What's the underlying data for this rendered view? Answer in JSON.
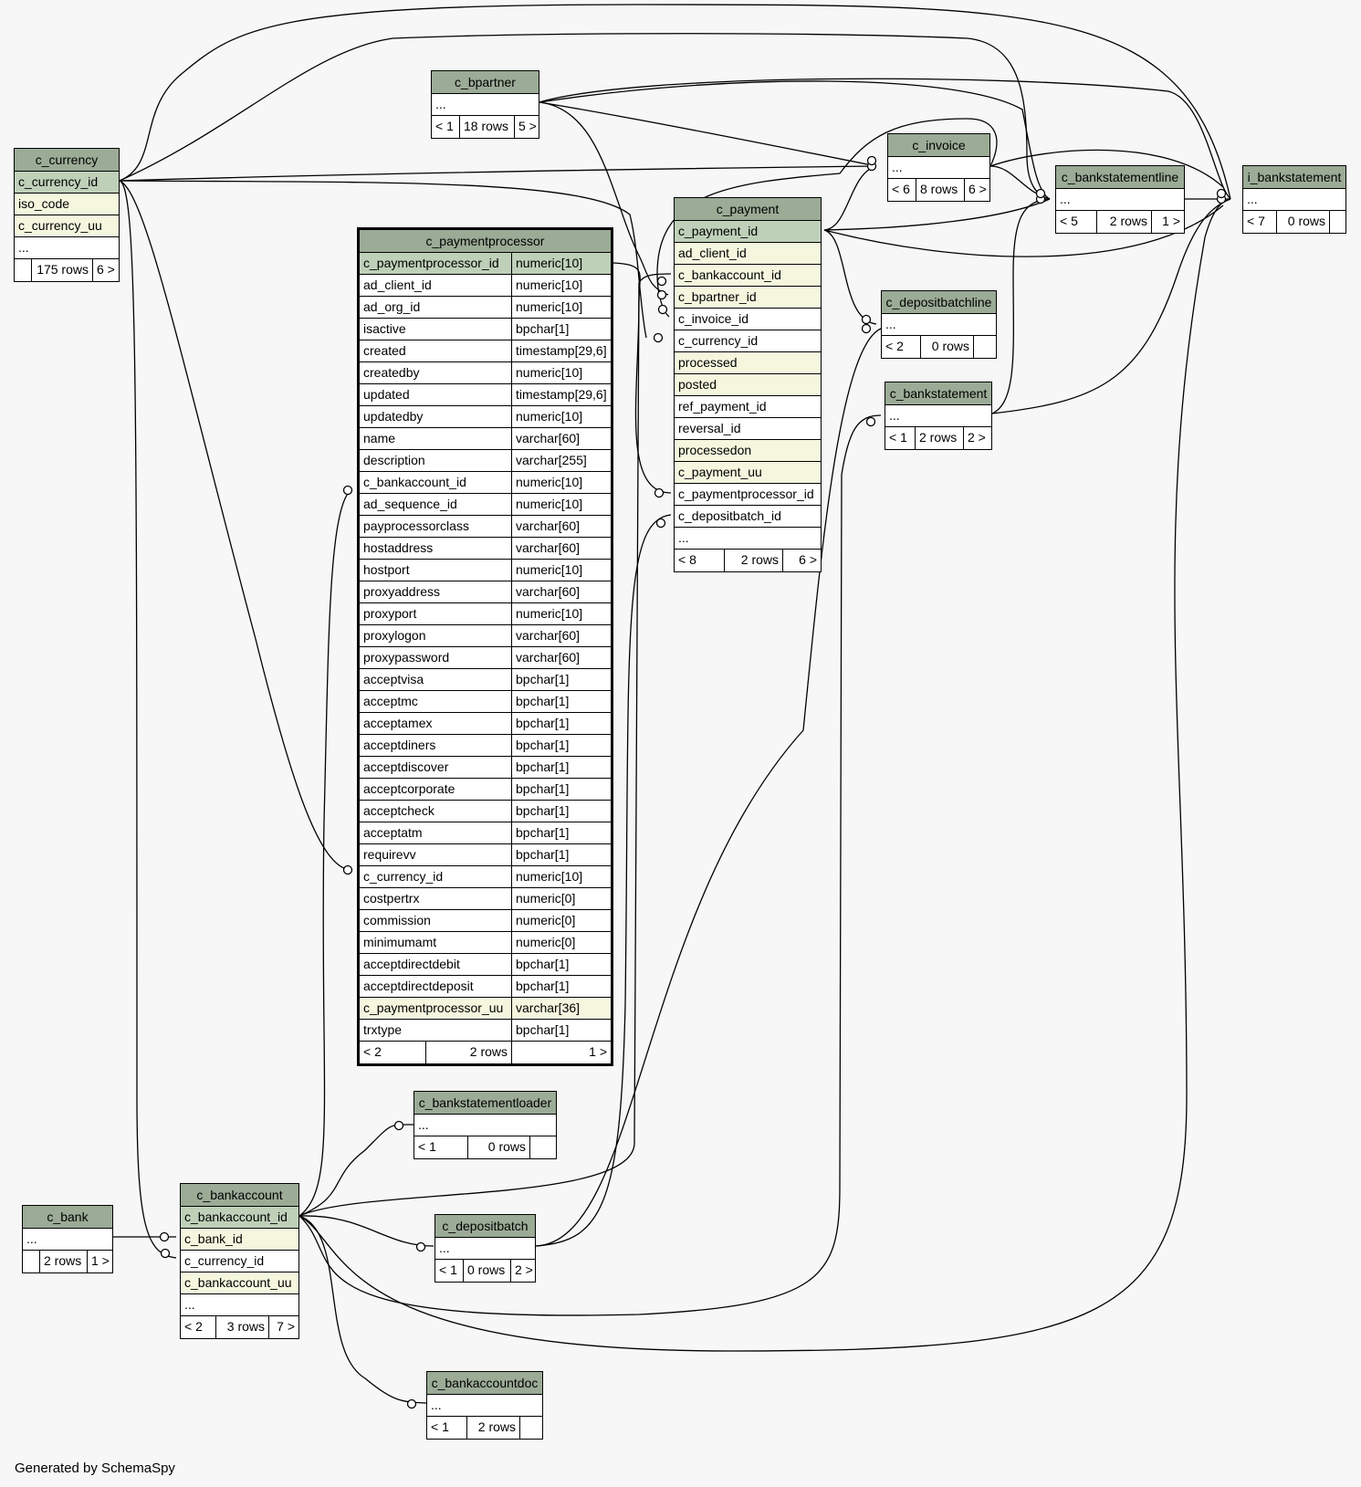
{
  "footer": "Generated by SchemaSpy",
  "tables": {
    "c_paymentprocessor": {
      "name": "c_paymentprocessor",
      "columns": [
        {
          "name": "c_paymentprocessor_id",
          "type": "numeric[10]",
          "kind": "pk"
        },
        {
          "name": "ad_client_id",
          "type": "numeric[10]",
          "kind": ""
        },
        {
          "name": "ad_org_id",
          "type": "numeric[10]",
          "kind": ""
        },
        {
          "name": "isactive",
          "type": "bpchar[1]",
          "kind": ""
        },
        {
          "name": "created",
          "type": "timestamp[29,6]",
          "kind": ""
        },
        {
          "name": "createdby",
          "type": "numeric[10]",
          "kind": ""
        },
        {
          "name": "updated",
          "type": "timestamp[29,6]",
          "kind": ""
        },
        {
          "name": "updatedby",
          "type": "numeric[10]",
          "kind": ""
        },
        {
          "name": "name",
          "type": "varchar[60]",
          "kind": ""
        },
        {
          "name": "description",
          "type": "varchar[255]",
          "kind": ""
        },
        {
          "name": "c_bankaccount_id",
          "type": "numeric[10]",
          "kind": ""
        },
        {
          "name": "ad_sequence_id",
          "type": "numeric[10]",
          "kind": ""
        },
        {
          "name": "payprocessorclass",
          "type": "varchar[60]",
          "kind": ""
        },
        {
          "name": "hostaddress",
          "type": "varchar[60]",
          "kind": ""
        },
        {
          "name": "hostport",
          "type": "numeric[10]",
          "kind": ""
        },
        {
          "name": "proxyaddress",
          "type": "varchar[60]",
          "kind": ""
        },
        {
          "name": "proxyport",
          "type": "numeric[10]",
          "kind": ""
        },
        {
          "name": "proxylogon",
          "type": "varchar[60]",
          "kind": ""
        },
        {
          "name": "proxypassword",
          "type": "varchar[60]",
          "kind": ""
        },
        {
          "name": "acceptvisa",
          "type": "bpchar[1]",
          "kind": ""
        },
        {
          "name": "acceptmc",
          "type": "bpchar[1]",
          "kind": ""
        },
        {
          "name": "acceptamex",
          "type": "bpchar[1]",
          "kind": ""
        },
        {
          "name": "acceptdiners",
          "type": "bpchar[1]",
          "kind": ""
        },
        {
          "name": "acceptdiscover",
          "type": "bpchar[1]",
          "kind": ""
        },
        {
          "name": "acceptcorporate",
          "type": "bpchar[1]",
          "kind": ""
        },
        {
          "name": "acceptcheck",
          "type": "bpchar[1]",
          "kind": ""
        },
        {
          "name": "acceptatm",
          "type": "bpchar[1]",
          "kind": ""
        },
        {
          "name": "requirevv",
          "type": "bpchar[1]",
          "kind": ""
        },
        {
          "name": "c_currency_id",
          "type": "numeric[10]",
          "kind": ""
        },
        {
          "name": "costpertrx",
          "type": "numeric[0]",
          "kind": ""
        },
        {
          "name": "commission",
          "type": "numeric[0]",
          "kind": ""
        },
        {
          "name": "minimumamt",
          "type": "numeric[0]",
          "kind": ""
        },
        {
          "name": "acceptdirectdebit",
          "type": "bpchar[1]",
          "kind": ""
        },
        {
          "name": "acceptdirectdeposit",
          "type": "bpchar[1]",
          "kind": ""
        },
        {
          "name": "c_paymentprocessor_uu",
          "type": "varchar[36]",
          "kind": "idx"
        },
        {
          "name": "trxtype",
          "type": "bpchar[1]",
          "kind": ""
        }
      ],
      "footer": [
        "< 2",
        "2 rows",
        "1 >"
      ]
    },
    "c_currency": {
      "name": "c_currency",
      "columns": [
        {
          "name": "c_currency_id",
          "kind": "pk"
        },
        {
          "name": "iso_code",
          "kind": "idx"
        },
        {
          "name": "c_currency_uu",
          "kind": "idx"
        },
        {
          "name": "...",
          "kind": ""
        }
      ],
      "footer": [
        "",
        "175 rows",
        "6 >"
      ]
    },
    "c_bpartner": {
      "name": "c_bpartner",
      "columns": [
        {
          "name": "...",
          "kind": ""
        }
      ],
      "footer": [
        "< 1",
        "18 rows",
        "5 >"
      ]
    },
    "c_invoice": {
      "name": "c_invoice",
      "columns": [
        {
          "name": "...",
          "kind": ""
        }
      ],
      "footer": [
        "< 6",
        "8 rows",
        "6 >"
      ]
    },
    "c_bankstatementline": {
      "name": "c_bankstatementline",
      "columns": [
        {
          "name": "...",
          "kind": ""
        }
      ],
      "footer": [
        "< 5",
        "2 rows",
        "1 >"
      ]
    },
    "i_bankstatement": {
      "name": "i_bankstatement",
      "columns": [
        {
          "name": "...",
          "kind": ""
        }
      ],
      "footer": [
        "< 7",
        "0 rows",
        ""
      ]
    },
    "c_payment": {
      "name": "c_payment",
      "columns": [
        {
          "name": "c_payment_id",
          "kind": "pk"
        },
        {
          "name": "ad_client_id",
          "kind": "idx"
        },
        {
          "name": "c_bankaccount_id",
          "kind": "idx"
        },
        {
          "name": "c_bpartner_id",
          "kind": "idx"
        },
        {
          "name": "c_invoice_id",
          "kind": ""
        },
        {
          "name": "c_currency_id",
          "kind": ""
        },
        {
          "name": "processed",
          "kind": "idx"
        },
        {
          "name": "posted",
          "kind": "idx"
        },
        {
          "name": "ref_payment_id",
          "kind": ""
        },
        {
          "name": "reversal_id",
          "kind": ""
        },
        {
          "name": "processedon",
          "kind": "idx"
        },
        {
          "name": "c_payment_uu",
          "kind": "idx"
        },
        {
          "name": "c_paymentprocessor_id",
          "kind": ""
        },
        {
          "name": "c_depositbatch_id",
          "kind": ""
        },
        {
          "name": "...",
          "kind": ""
        }
      ],
      "footer": [
        "< 8",
        "2 rows",
        "6 >"
      ]
    },
    "c_depositbatchline": {
      "name": "c_depositbatchline",
      "columns": [
        {
          "name": "...",
          "kind": ""
        }
      ],
      "footer": [
        "< 2",
        "0 rows",
        ""
      ]
    },
    "c_bankstatement": {
      "name": "c_bankstatement",
      "columns": [
        {
          "name": "...",
          "kind": ""
        }
      ],
      "footer": [
        "< 1",
        "2 rows",
        "2 >"
      ]
    },
    "c_bankstatementloader": {
      "name": "c_bankstatementloader",
      "columns": [
        {
          "name": "...",
          "kind": ""
        }
      ],
      "footer": [
        "< 1",
        "0 rows",
        ""
      ]
    },
    "c_bank": {
      "name": "c_bank",
      "columns": [
        {
          "name": "...",
          "kind": ""
        }
      ],
      "footer": [
        "",
        "2 rows",
        "1 >"
      ]
    },
    "c_bankaccount": {
      "name": "c_bankaccount",
      "columns": [
        {
          "name": "c_bankaccount_id",
          "kind": "pk"
        },
        {
          "name": "c_bank_id",
          "kind": "idx"
        },
        {
          "name": "c_currency_id",
          "kind": ""
        },
        {
          "name": "c_bankaccount_uu",
          "kind": "idx"
        },
        {
          "name": "...",
          "kind": ""
        }
      ],
      "footer": [
        "< 2",
        "3 rows",
        "7 >"
      ]
    },
    "c_depositbatch": {
      "name": "c_depositbatch",
      "columns": [
        {
          "name": "...",
          "kind": ""
        }
      ],
      "footer": [
        "< 1",
        "0 rows",
        "2 >"
      ]
    },
    "c_bankaccountdoc": {
      "name": "c_bankaccountdoc",
      "columns": [
        {
          "name": "...",
          "kind": ""
        }
      ],
      "footer": [
        "< 1",
        "2 rows",
        ""
      ]
    }
  }
}
